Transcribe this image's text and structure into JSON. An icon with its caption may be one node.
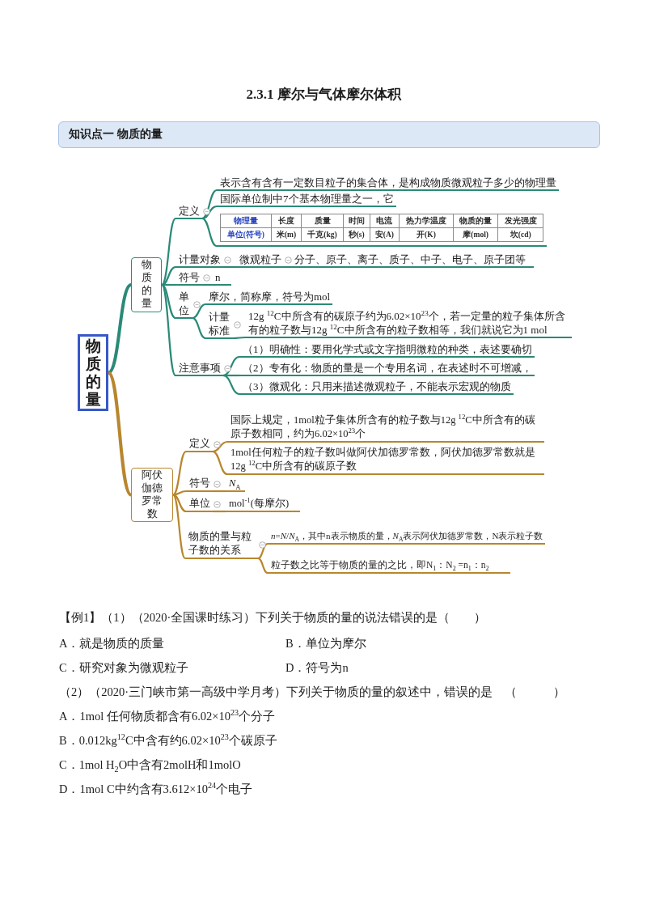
{
  "diagram": {
    "title": "2.3.1 摩尔与气体摩尔体积",
    "nodes": [
      {
        "text": [
          "知识点一 物质的量"
        ]
      },
      {
        "text": [
          "物质的量"
        ]
      },
      {
        "text": [
          "物质的量"
        ]
      },
      {
        "text": [
          "定义"
        ]
      },
      {
        "text": [
          "表示含有含有一定数目粒子的集合体，是构成物质微观粒子多少的物理量"
        ]
      },
      {
        "text": [
          "国际单位制中7个基本物理量之一，它"
        ]
      },
      {
        "text": [
          "物理量",
          "长度",
          "质量",
          "时间",
          "电流",
          "热力学温度",
          "物质的量",
          "发光强度",
          "单位(符号)",
          "米(m)",
          "千克(kg)",
          "秒(s)",
          "安(A)",
          "开(K)",
          "摩(mol)",
          "坎(cd)"
        ]
      },
      {
        "text": [
          "计量对象"
        ]
      },
      {
        "text": [
          "微观粒子"
        ]
      },
      {
        "text": [
          "分子、原子、离子、质子、中子、电子、原子团等"
        ]
      },
      {
        "text": [
          "符号"
        ]
      },
      {
        "text": [
          "n"
        ]
      },
      {
        "text": [
          "单位"
        ]
      },
      {
        "text": [
          "摩尔，简称摩，符号为mol"
        ]
      },
      {
        "text": [
          "计量标准"
        ]
      },
      {
        "text": [
          "12g $^{12}$C中所含有的碳原子约为6.02×10$^{23}$个，若一定量的粒子集体所含有的粒子数与12g $^{12}$C中所含有的粒子数相等，我们就说它为1 mol"
        ]
      },
      {
        "text": [
          "注意事项"
        ]
      },
      {
        "text": [
          "（1）明确性：要用化学式或文字指明微粒的种类，表述要确切"
        ]
      },
      {
        "text": [
          "（2）专有化：物质的量是一个专用名词，在表述时不可增减，"
        ]
      },
      {
        "text": [
          "（3）微观化：只用来描述微观粒子，不能表示宏观的物质"
        ]
      },
      {
        "text": [
          "阿伏伽德罗常数"
        ]
      },
      {
        "text": [
          "定义"
        ]
      },
      {
        "text": [
          "国际上规定，1mol粒子集体所含有的粒子数与12g $^{12}$C中所含有的碳原子数相同，约为6.02×10$^{23}$个"
        ]
      },
      {
        "text": [
          "1mol任何粒子的粒子数叫做阿伏加德罗常数，阿伏加德罗常数就是12g $^{12}$C中所含有的碳原子数"
        ]
      },
      {
        "text": [
          "符号"
        ]
      },
      {
        "text": [
          "*N*$_{A}$"
        ]
      },
      {
        "text": [
          "单位"
        ]
      },
      {
        "text": [
          "mol$^{-1}$(每摩尔)"
        ]
      },
      {
        "text": [
          "物质的量与粒子数的关系"
        ]
      },
      {
        "text": [
          "*n*=*N*/*N*$_{A}$，其中n表示物质的量，*N*$_{A}$表示阿伏加德罗常数，N表示粒子数"
        ]
      },
      {
        "text": [
          "粒子数之比等于物质的量的之比，即N$_{1}$：N$_{2}$ =n$_{1}$：n$_{2}$"
        ]
      }
    ],
    "edges": [
      {
        "from": 1,
        "to": 2,
        "arrow": "none",
        "style": "thick"
      },
      {
        "from": 1,
        "to": 20,
        "arrow": "none",
        "style": "thick",
        "color": "#b8862d"
      },
      {
        "from": 2,
        "to": 3,
        "arrow": "none"
      },
      {
        "from": 3,
        "to": 4,
        "arrow": "none"
      },
      {
        "from": 3,
        "to": 5,
        "arrow": "none"
      },
      {
        "from": 3,
        "to": 6,
        "arrow": "none"
      },
      {
        "from": 2,
        "to": 7,
        "arrow": "none"
      },
      {
        "from": 7,
        "to": 8,
        "arrow": "none"
      },
      {
        "from": 8,
        "to": 9,
        "arrow": "none"
      },
      {
        "from": 2,
        "to": 10,
        "arrow": "none"
      },
      {
        "from": 10,
        "to": 11,
        "arrow": "none"
      },
      {
        "from": 2,
        "to": 12,
        "arrow": "none"
      },
      {
        "from": 12,
        "to": 13,
        "arrow": "none"
      },
      {
        "from": 12,
        "to": 14,
        "arrow": "none"
      },
      {
        "from": 14,
        "to": 15,
        "arrow": "none"
      },
      {
        "from": 2,
        "to": 16,
        "arrow": "none"
      },
      {
        "from": 16,
        "to": 17,
        "arrow": "none"
      },
      {
        "from": 16,
        "to": 18,
        "arrow": "none"
      },
      {
        "from": 16,
        "to": 19,
        "arrow": "none"
      },
      {
        "from": 20,
        "to": 21,
        "arrow": "none",
        "color": "#b8862d"
      },
      {
        "from": 21,
        "to": 22,
        "arrow": "none",
        "color": "#b8862d"
      },
      {
        "from": 21,
        "to": 23,
        "arrow": "none",
        "color": "#b8862d"
      },
      {
        "from": 20,
        "to": 24,
        "arrow": "none",
        "color": "#b8862d"
      },
      {
        "from": 24,
        "to": 25,
        "arrow": "none",
        "color": "#b8862d"
      },
      {
        "from": 20,
        "to": 26,
        "arrow": "none",
        "color": "#b8862d"
      },
      {
        "from": 26,
        "to": 27,
        "arrow": "none",
        "color": "#b8862d"
      },
      {
        "from": 20,
        "to": 28,
        "arrow": "none",
        "color": "#b8862d"
      },
      {
        "from": 28,
        "to": 29,
        "arrow": "none",
        "color": "#b8862d"
      },
      {
        "from": 28,
        "to": 30,
        "arrow": "none",
        "color": "#b8862d"
      }
    ],
    "labels": [
      "【例1】（1）（2020·全国课时练习）下列关于物质的量的说法错误的是（　　）",
      "A．就是物质的质量",
      "B．单位为摩尔",
      "C．研究对象为微观粒子",
      "D．符号为n",
      "（2）（2020·三门峡市第一高级中学月考）下列关于物质的量的叙述中，错误的是　（　　　）",
      "A．1mol 任何物质都含有6.02×10$^{23}$个分子",
      "B．0.012kg$^{12}$C中含有约6.02×10$^{23}$个碳原子",
      "C．1mol H$_{2}$O中含有2molH和1molO",
      "D．1mol C中约含有3.612×10$^{24}$个电子"
    ]
  }
}
